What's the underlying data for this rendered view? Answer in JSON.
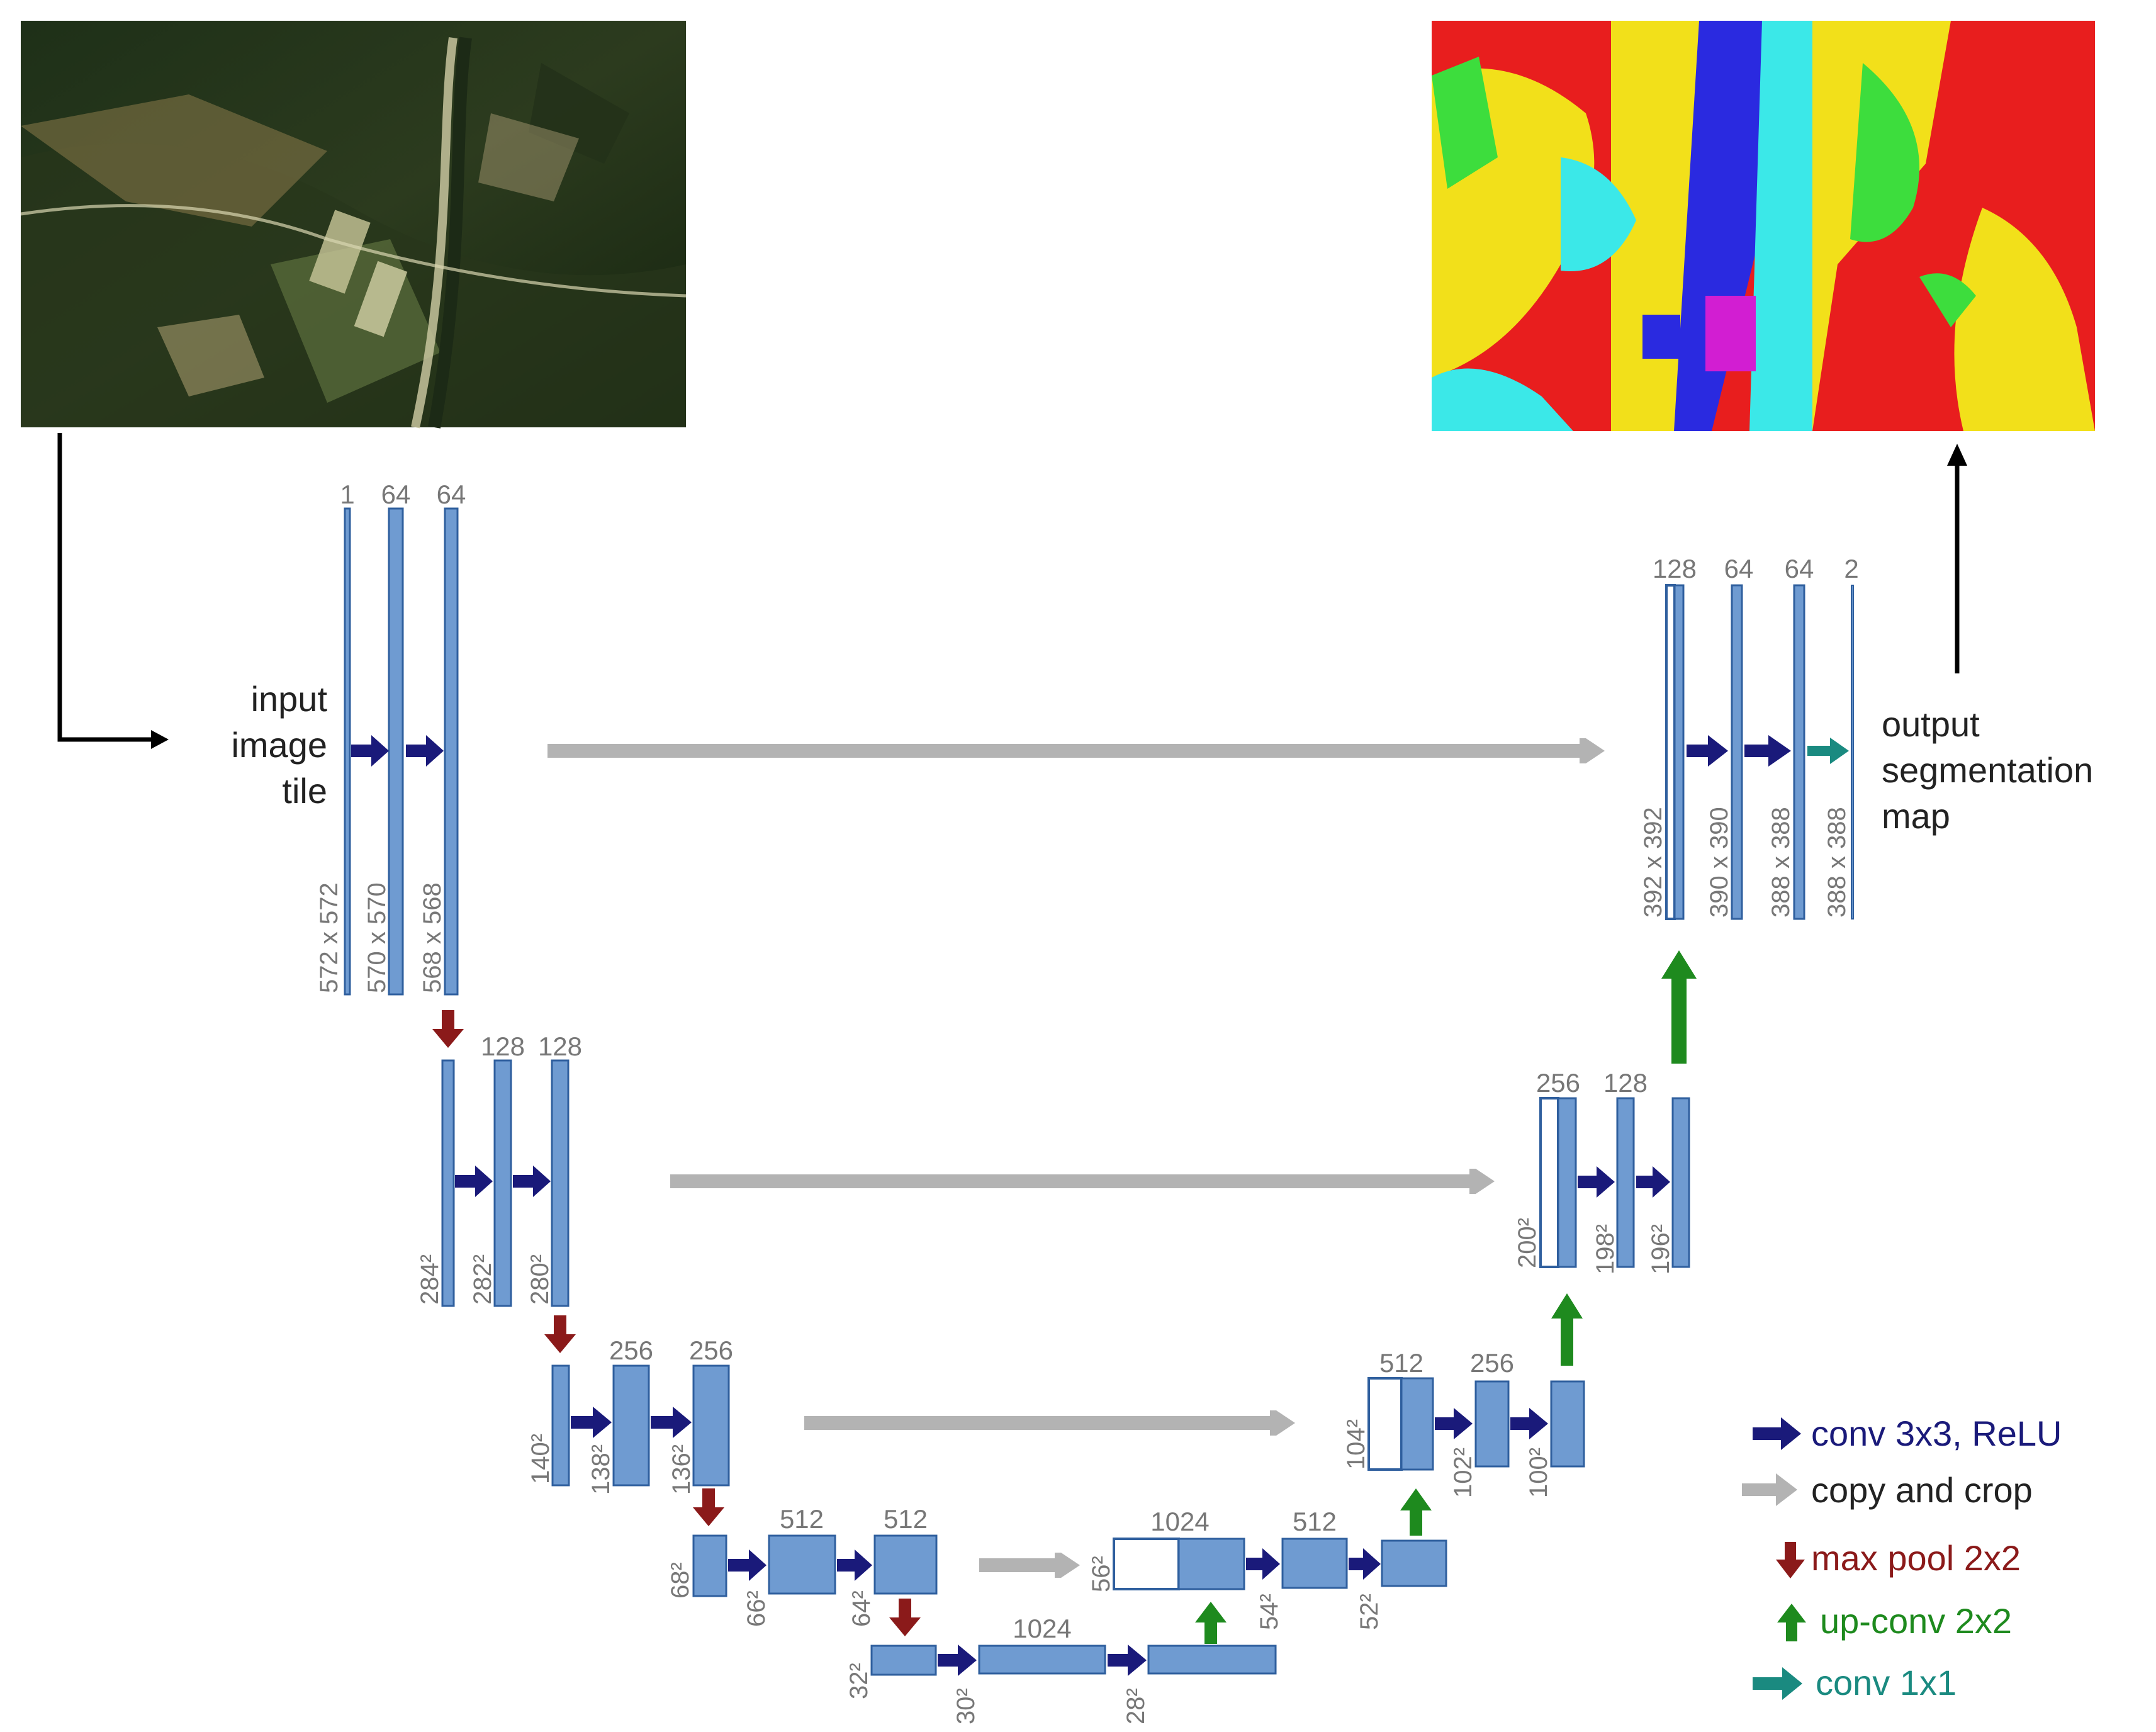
{
  "labels": {
    "input_text": [
      "input",
      "image",
      "tile"
    ],
    "output_text": [
      "output",
      "segmentation",
      "map"
    ]
  },
  "legend": {
    "conv": "conv 3x3, ReLU",
    "copy": "copy and crop",
    "pool": "max pool 2x2",
    "upconv": "up-conv 2x2",
    "conv1x1": "conv 1x1"
  },
  "blocks": {
    "e1_in": {
      "channels": "1",
      "size": "572 x 572"
    },
    "e1_c1": {
      "channels": "64",
      "size": "570 x 570"
    },
    "e1_c2": {
      "channels": "64",
      "size": "568 x 568"
    },
    "e2_in": {
      "channels": "",
      "size": "284²"
    },
    "e2_c1": {
      "channels": "128",
      "size": "282²"
    },
    "e2_c2": {
      "channels": "128",
      "size": "280²"
    },
    "e3_in": {
      "channels": "",
      "size": "140²"
    },
    "e3_c1": {
      "channels": "256",
      "size": "138²"
    },
    "e3_c2": {
      "channels": "256",
      "size": "136²"
    },
    "e4_in": {
      "channels": "",
      "size": "68²"
    },
    "e4_c1": {
      "channels": "512",
      "size": "66²"
    },
    "e4_c2": {
      "channels": "512",
      "size": "64²"
    },
    "b_in": {
      "channels": "",
      "size": "32²"
    },
    "b_c1": {
      "channels": "1024",
      "size": "30²"
    },
    "b_c2": {
      "channels": "",
      "size": "28²"
    },
    "d4_cat": {
      "channels": "1024",
      "size": "56²"
    },
    "d4_c1": {
      "channels": "512",
      "size": "54²"
    },
    "d4_c2": {
      "channels": "",
      "size": "52²"
    },
    "d3_cat": {
      "channels": "512",
      "size": "104²"
    },
    "d3_c1": {
      "channels": "256",
      "size": "102²"
    },
    "d3_c2": {
      "channels": "",
      "size": "100²"
    },
    "d2_cat": {
      "channels": "256",
      "size": "200²"
    },
    "d2_c1": {
      "channels": "128",
      "size": "198²"
    },
    "d2_c2": {
      "channels": "",
      "size": "196²"
    },
    "d1_cat": {
      "channels": "128",
      "size": "392 x 392"
    },
    "d1_c1": {
      "channels": "64",
      "size": "390 x 390"
    },
    "d1_c2": {
      "channels": "64",
      "size": "388 x 388"
    },
    "d1_out": {
      "channels": "2",
      "size": "388 x 388"
    }
  },
  "colors": {
    "block_fill": "#6f9bd1",
    "block_stroke": "#2f5f9e",
    "conv_arrow": "#1a1a7a",
    "copy_arrow": "#b3b3b3",
    "pool_arrow": "#8b1a1a",
    "upconv_arrow": "#1e8a1e",
    "conv1x1_arrow": "#1a8a80",
    "label_grey": "#777777"
  },
  "images": {
    "input_photo": "aerial-satellite-photo",
    "output_map": "segmentation-map"
  }
}
